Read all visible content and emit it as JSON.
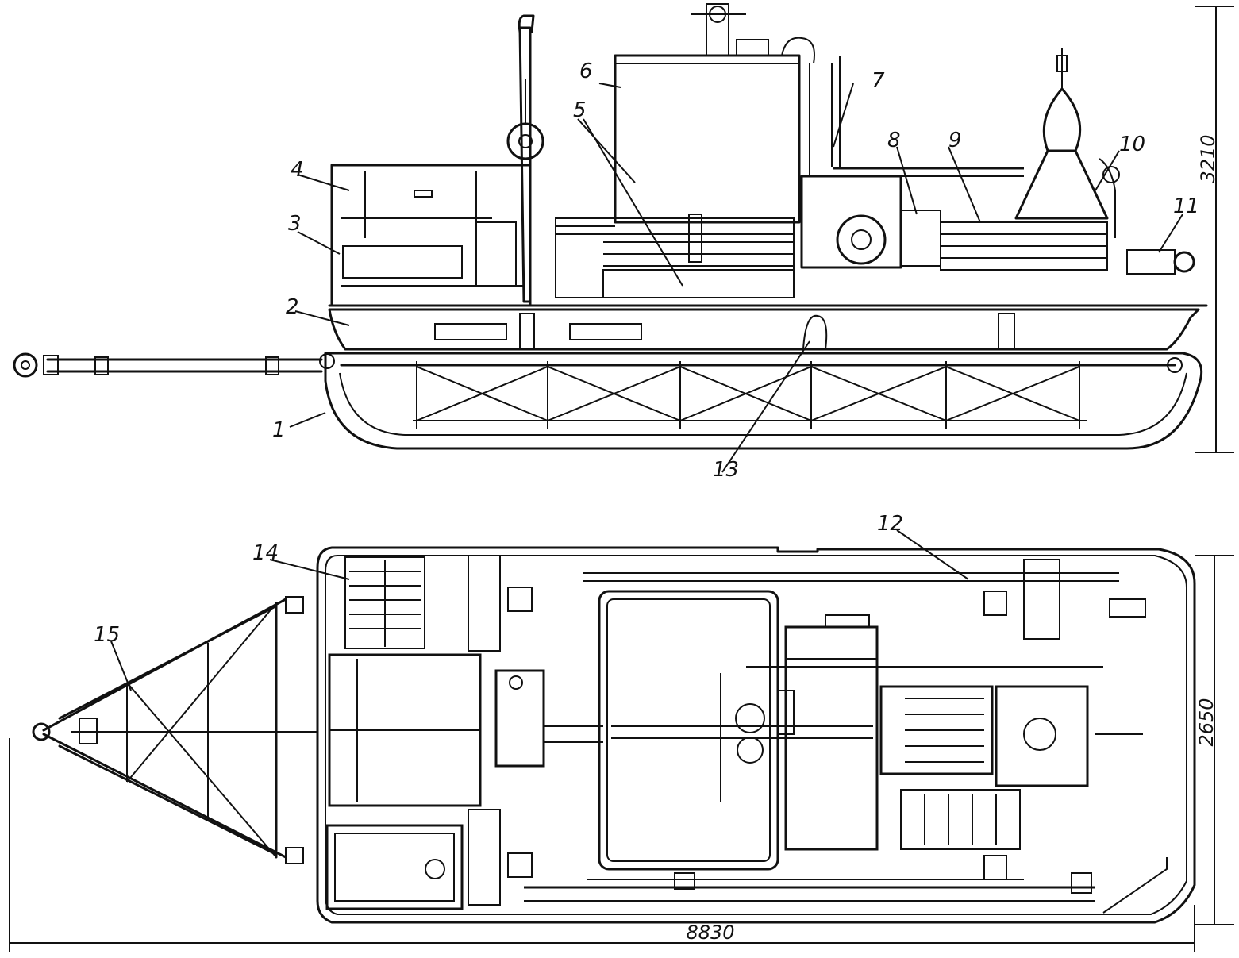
{
  "callouts": {
    "c1": "1",
    "c2": "2",
    "c3": "3",
    "c4": "4",
    "c5": "5",
    "c6": "6",
    "c7": "7",
    "c8": "8",
    "c9": "9",
    "c10": "10",
    "c11": "11",
    "c12": "12",
    "c13": "13",
    "c14": "14",
    "c15": "15"
  },
  "dimensions": {
    "height": "3210",
    "width": "2650",
    "length": "8830"
  }
}
